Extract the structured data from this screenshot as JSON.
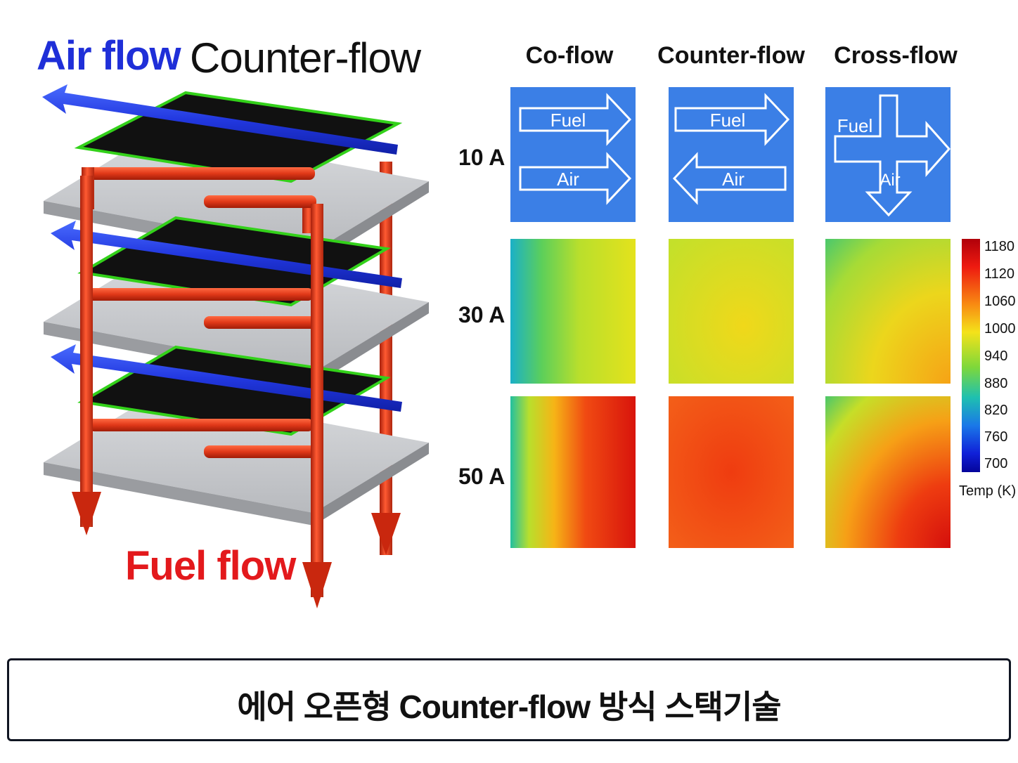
{
  "left_panel": {
    "air_flow_label": "Air flow",
    "counter_flow_heading": "Counter-flow",
    "fuel_flow_label": "Fuel flow",
    "colors": {
      "air": "#1f3ee0",
      "fuel": "#e0361c",
      "plate": "#c9cbcf",
      "cell": "#111111",
      "cell_edge": "#33d11a"
    }
  },
  "columns": [
    "Co-flow",
    "Counter-flow",
    "Cross-flow"
  ],
  "rows": [
    "10 A",
    "30 A",
    "50 A"
  ],
  "schematics": {
    "fuel": "Fuel",
    "air": "Air",
    "background": "#3b7fe6"
  },
  "colorbar": {
    "ticks": [
      "1180",
      "1120",
      "1060",
      "1000",
      "940",
      "880",
      "820",
      "760",
      "700"
    ],
    "label": "Temp (K)"
  },
  "caption": "에어 오픈형 Counter-flow 방식 스택기술"
}
